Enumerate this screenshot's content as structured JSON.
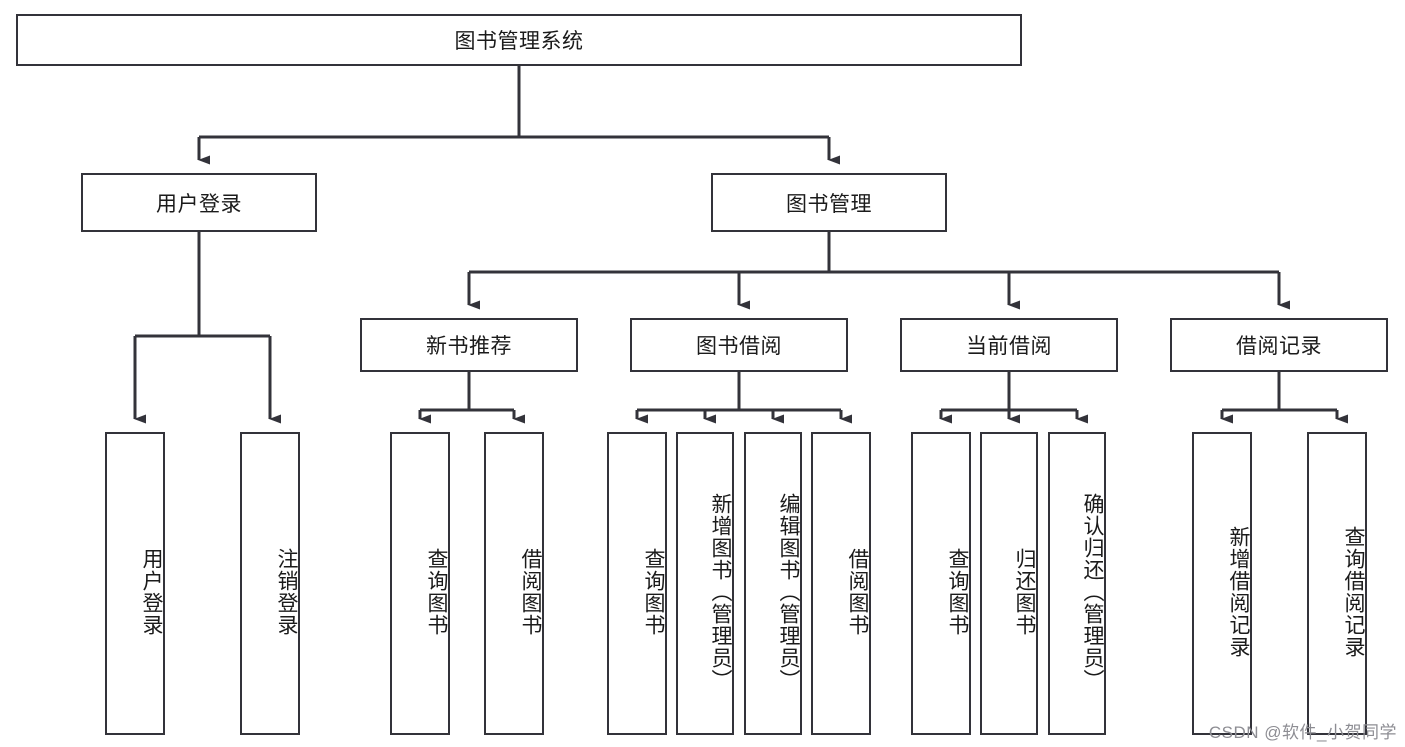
{
  "diagram": {
    "title": "图书管理系统",
    "type": "tree-hierarchy",
    "orientation": "top-down",
    "box_stroke_color": "#33333a",
    "box_fill_color": "#ffffff",
    "connector_color": "#33333a",
    "text_color": "#1b1b1b",
    "levels": 4
  },
  "root": {
    "label": "图书管理系统"
  },
  "level2": [
    {
      "label": "用户登录"
    },
    {
      "label": "图书管理"
    }
  ],
  "level3": [
    {
      "label": "新书推荐"
    },
    {
      "label": "图书借阅"
    },
    {
      "label": "当前借阅"
    },
    {
      "label": "借阅记录"
    }
  ],
  "leaves": {
    "user_login": [
      {
        "label": "用户登录"
      },
      {
        "label": "注销登录"
      }
    ],
    "new_book_recommend": [
      {
        "label": "查询图书"
      },
      {
        "label": "借阅图书"
      }
    ],
    "book_borrow": [
      {
        "label": "查询图书"
      },
      {
        "label": "新增图书（管理员）"
      },
      {
        "label": "编辑图书（管理员）"
      },
      {
        "label": "借阅图书"
      }
    ],
    "current_borrow": [
      {
        "label": "查询图书"
      },
      {
        "label": "归还图书"
      },
      {
        "label": "确认归还（管理员）"
      }
    ],
    "borrow_record": [
      {
        "label": "新增借阅记录"
      },
      {
        "label": "查询借阅记录"
      }
    ]
  },
  "watermark": {
    "text": "CSDN @软件_小贺同学"
  }
}
